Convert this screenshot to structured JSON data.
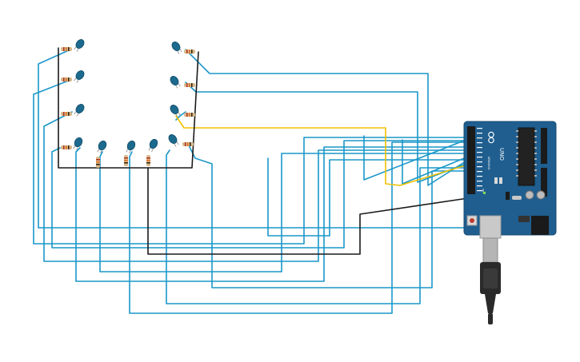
{
  "board": {
    "model": "UNO",
    "brand": "ARDUINO",
    "power_label": "ON",
    "color": "#1f5e8f"
  },
  "colors": {
    "signal_wire": "#1a97c9",
    "yellow_wire": "#f0c000",
    "ground_wire": "#1a1a1a",
    "led": "#1c6a8e",
    "resistor": "#d8b88a",
    "usb_cable": "#2a2a2a"
  },
  "icons": {
    "led": "led-icon",
    "resistor": "resistor-icon",
    "usb": "usb-plug-icon",
    "logo": "arduino-infinity-icon"
  }
}
